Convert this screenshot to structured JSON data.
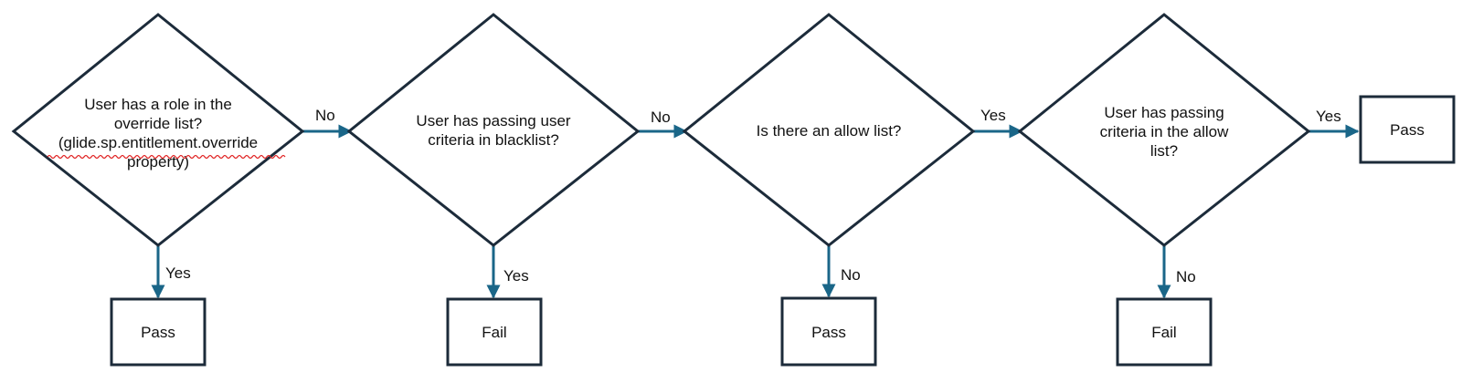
{
  "diagram": {
    "decisions": [
      {
        "id": "d1",
        "lines": [
          "User has a role in the",
          "override list?",
          "(glide.sp.entitlement.override",
          "property)"
        ]
      },
      {
        "id": "d2",
        "lines": [
          "User has passing user",
          "criteria in blacklist?"
        ]
      },
      {
        "id": "d3",
        "lines": [
          "Is there an allow list?"
        ]
      },
      {
        "id": "d4",
        "lines": [
          "User has passing",
          "criteria in the allow",
          "list?"
        ]
      }
    ],
    "outcomes": [
      {
        "id": "o1",
        "label": "Pass"
      },
      {
        "id": "o2",
        "label": "Fail"
      },
      {
        "id": "o3",
        "label": "Pass"
      },
      {
        "id": "o4",
        "label": "Fail"
      },
      {
        "id": "o5",
        "label": "Pass"
      }
    ],
    "edges": [
      {
        "from": "d1",
        "to": "d2",
        "label": "No"
      },
      {
        "from": "d2",
        "to": "d3",
        "label": "No"
      },
      {
        "from": "d3",
        "to": "d4",
        "label": "Yes"
      },
      {
        "from": "d4",
        "to": "o5",
        "label": "Yes"
      },
      {
        "from": "d1",
        "to": "o1",
        "label": "Yes"
      },
      {
        "from": "d2",
        "to": "o2",
        "label": "Yes"
      },
      {
        "from": "d3",
        "to": "o3",
        "label": "No"
      },
      {
        "from": "d4",
        "to": "o4",
        "label": "No"
      }
    ],
    "colors": {
      "stroke": "#1c2b3a",
      "connector": "#1a6688",
      "spellcheck": "#e02020"
    }
  }
}
